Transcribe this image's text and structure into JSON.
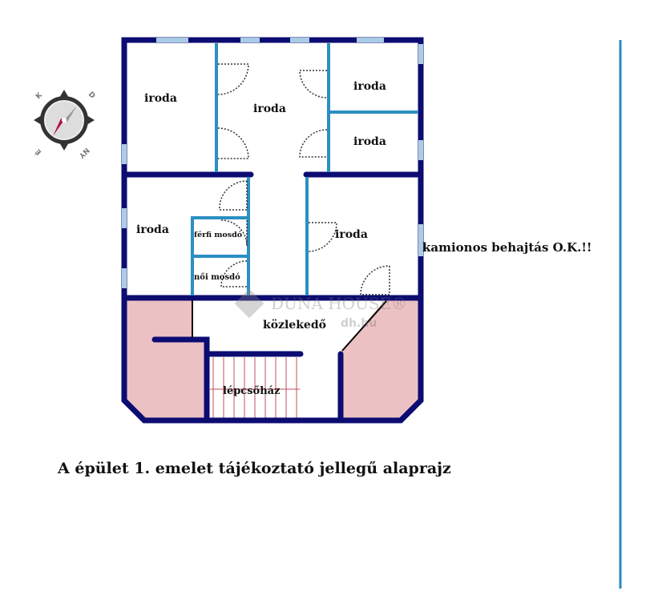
{
  "plan": {
    "rooms": {
      "iroda_1": "iroda",
      "iroda_2": "iroda",
      "iroda_3": "iroda",
      "iroda_4": "iroda",
      "iroda_5": "iroda",
      "iroda_6": "iroda",
      "ferfi_mosdo": "férfi mosdó",
      "noi_mosdo": "női mosdó",
      "kozlekedo": "közlekedő",
      "lepcsohaz": "lépcsőház"
    },
    "compass": {
      "labels": [
        "K",
        "D",
        "NY",
        "É"
      ]
    },
    "watermark": {
      "brand": "DUNA HOUSE®",
      "site": "dh.hu"
    },
    "note": "kamionos behajtás O.K.!!",
    "caption": "A épület 1. emelet tájékoztató jellegű alaprajz"
  },
  "colors": {
    "outer_wall": "#0c0c72",
    "inner_wall": "#2b8fc2",
    "pink": "#ecc1c4",
    "window": "#a9cde6",
    "boundary": "#2a8ac0"
  }
}
